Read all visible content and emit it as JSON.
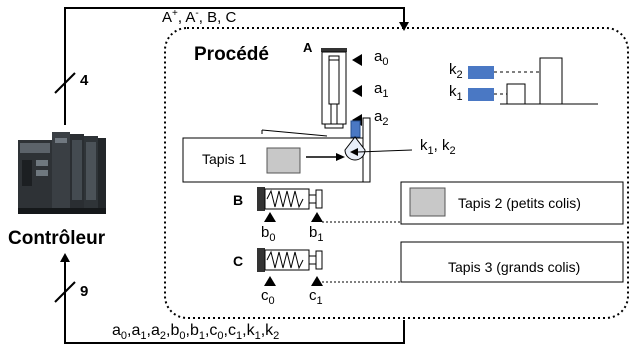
{
  "signals": {
    "top_commands": [
      "A",
      "A",
      "B",
      "C"
    ],
    "top_command_signs": [
      "+",
      "-"
    ],
    "bottom_sensors": [
      "a",
      "a",
      "a",
      "b",
      "b",
      "c",
      "c",
      "k",
      "k"
    ],
    "bottom_sensor_indices": [
      "0",
      "1",
      "2",
      "0",
      "1",
      "0",
      "1",
      "1",
      "2"
    ],
    "top_bus_count": "4",
    "bottom_bus_count": "9"
  },
  "controller": {
    "label": "Contrôleur"
  },
  "process": {
    "title": "Procédé"
  },
  "cylinder_a": {
    "label": "A",
    "sensors": [
      {
        "letter": "a",
        "index": "0"
      },
      {
        "letter": "a",
        "index": "1"
      },
      {
        "letter": "a",
        "index": "2"
      }
    ]
  },
  "cylinder_b": {
    "label": "B",
    "sensors": [
      {
        "letter": "b",
        "index": "0"
      },
      {
        "letter": "b",
        "index": "1"
      }
    ]
  },
  "cylinder_c": {
    "label": "C",
    "sensors": [
      {
        "letter": "c",
        "index": "0"
      },
      {
        "letter": "c",
        "index": "1"
      }
    ]
  },
  "height_sensors": {
    "pair_label": [
      "k",
      "1",
      "k",
      "2"
    ],
    "legend": [
      {
        "letter": "k",
        "index": "2"
      },
      {
        "letter": "k",
        "index": "1"
      }
    ]
  },
  "conveyors": {
    "tapis1": "Tapis 1",
    "tapis2": "Tapis 2 (petits colis)",
    "tapis3": "Tapis 3 (grands colis)"
  },
  "colors": {
    "sensor_blue": "#4a78c4",
    "package_gray": "#c8c8c8",
    "dark": "#333333"
  }
}
